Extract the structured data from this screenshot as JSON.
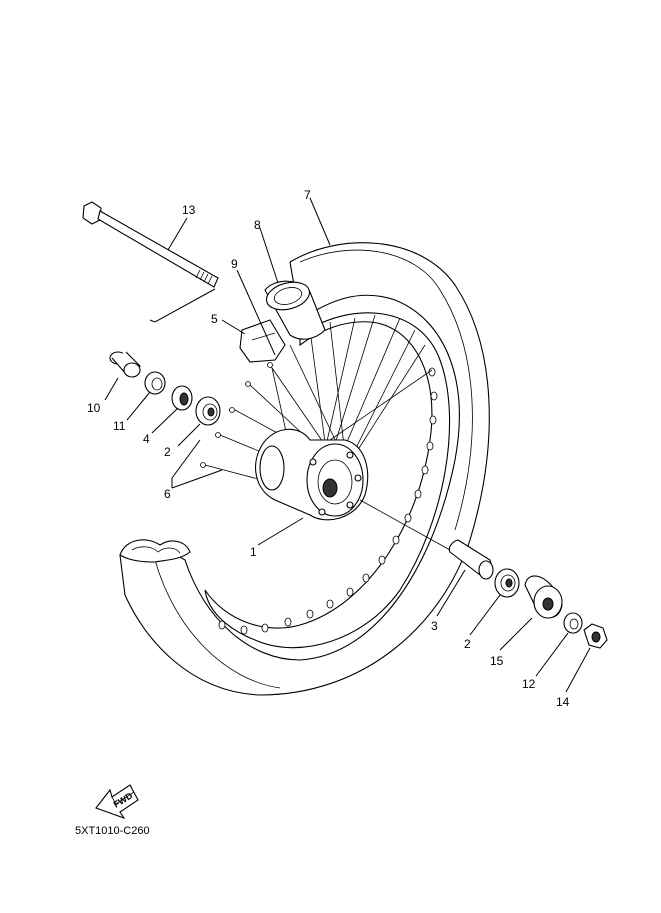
{
  "diagram_code": "5XT1010-C260",
  "fwd_label": "FWD",
  "callouts": [
    {
      "id": "c13",
      "text": "13"
    },
    {
      "id": "c7",
      "text": "7"
    },
    {
      "id": "c8",
      "text": "8"
    },
    {
      "id": "c9",
      "text": "9"
    },
    {
      "id": "c5",
      "text": "5"
    },
    {
      "id": "c10",
      "text": "10"
    },
    {
      "id": "c11",
      "text": "11"
    },
    {
      "id": "c4",
      "text": "4"
    },
    {
      "id": "c2a",
      "text": "2"
    },
    {
      "id": "c6",
      "text": "6"
    },
    {
      "id": "c1",
      "text": "1"
    },
    {
      "id": "c3",
      "text": "3"
    },
    {
      "id": "c2b",
      "text": "2"
    },
    {
      "id": "c15",
      "text": "15"
    },
    {
      "id": "c12",
      "text": "12"
    },
    {
      "id": "c14",
      "text": "14"
    }
  ]
}
